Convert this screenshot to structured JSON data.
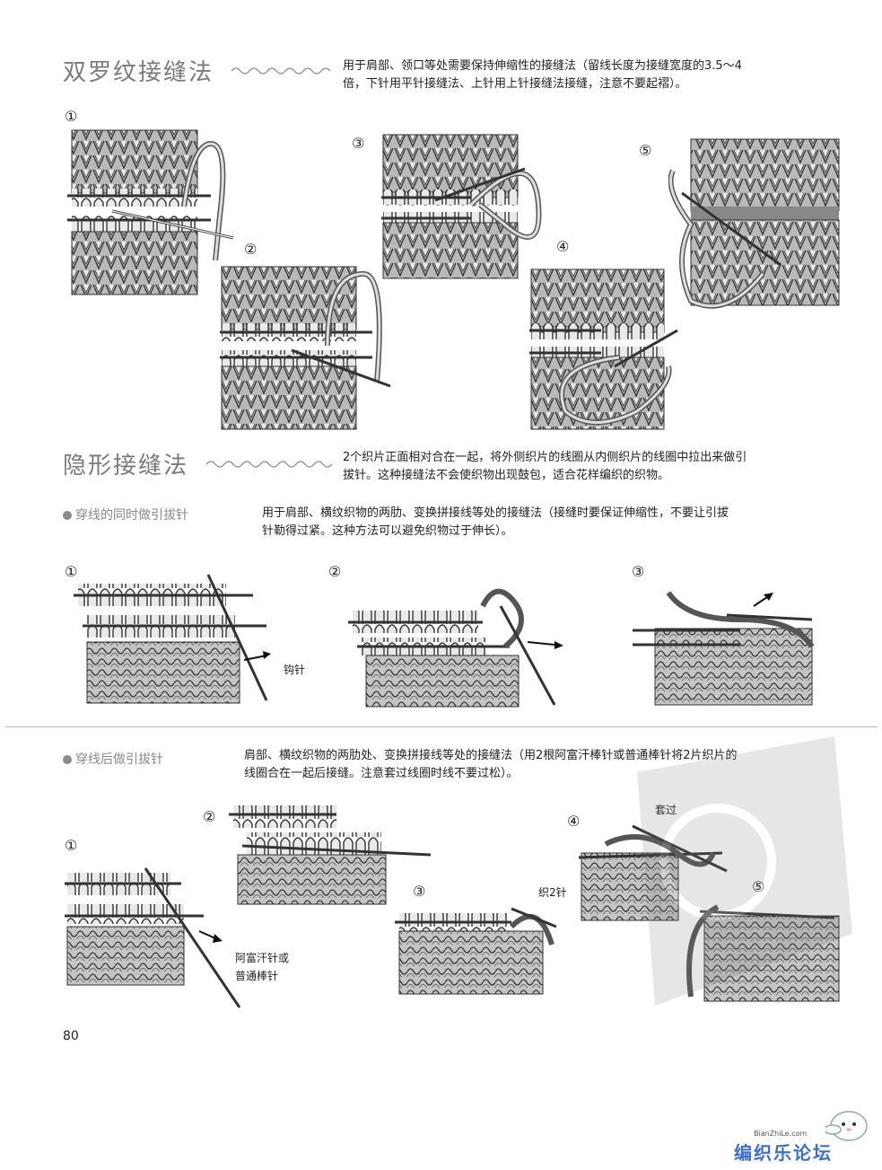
{
  "section1": {
    "title": "双罗纹接缝法",
    "desc_line1": "用于肩部、领口等处需要保持伸缩性的接缝法（留线长度为接缝宽度的3.5～4",
    "desc_line2": "倍，下针用平针接缝法、上针用上针接缝法接缝，注意不要起褶）。",
    "steps": [
      "①",
      "②",
      "③",
      "④",
      "⑤"
    ]
  },
  "section2": {
    "title": "隐形接缝法",
    "desc_line1": "2个织片正面相对合在一起，将外侧织片的线圈从内侧织片的线圈中拉出来做引",
    "desc_line2": "拔针。这种接缝法不会使织物出现鼓包，适合花样编织的织物。",
    "sub1": {
      "title": "穿线的同时做引拔针",
      "desc_line1": "用于肩部、横纹织物的两肋、变换拼接线等处的接缝法（接缝时要保证伸缩性，不要让引拔",
      "desc_line2": "针勒得过紧。这种方法可以避免织物过于伸长）。",
      "steps": [
        "①",
        "②",
        "③"
      ],
      "hook_label": "钩针"
    },
    "sub2": {
      "title": "穿线后做引拔针",
      "desc_line1": "肩部、横纹织物的两肋处、变换拼接线等处的接缝法（用2根阿富汗棒针或普通棒针将2片织片的",
      "desc_line2": "线圈合在一起后接缝。注意套过线圈时线不要过松）。",
      "steps": [
        "①",
        "②",
        "③",
        "④",
        "⑤"
      ],
      "needle_label_1": "阿富汗针或",
      "needle_label_2": "普通棒针",
      "knit2_label": "织2针",
      "pass_label": "套过"
    }
  },
  "page_number": "80",
  "footer": {
    "url": "BianZhiLe.com",
    "brand": "编织乐论坛"
  }
}
